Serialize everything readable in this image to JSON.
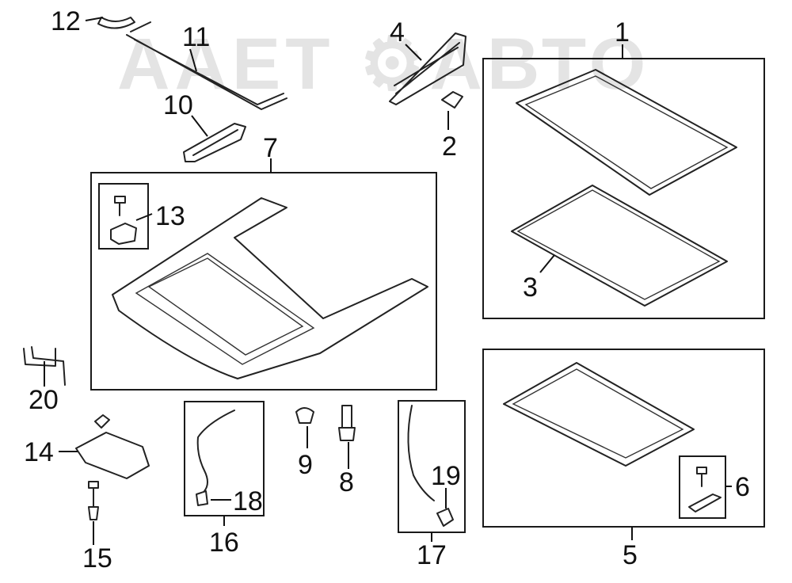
{
  "watermark": "ААЕТ ⚙АВТО",
  "callouts": {
    "c1": "1",
    "c2": "2",
    "c3": "3",
    "c4": "4",
    "c5": "5",
    "c6": "6",
    "c7": "7",
    "c8": "8",
    "c9": "9",
    "c10": "10",
    "c11": "11",
    "c12": "12",
    "c13": "13",
    "c14": "14",
    "c15": "15",
    "c16": "16",
    "c17": "17",
    "c18": "18",
    "c19": "19",
    "c20": "20"
  }
}
